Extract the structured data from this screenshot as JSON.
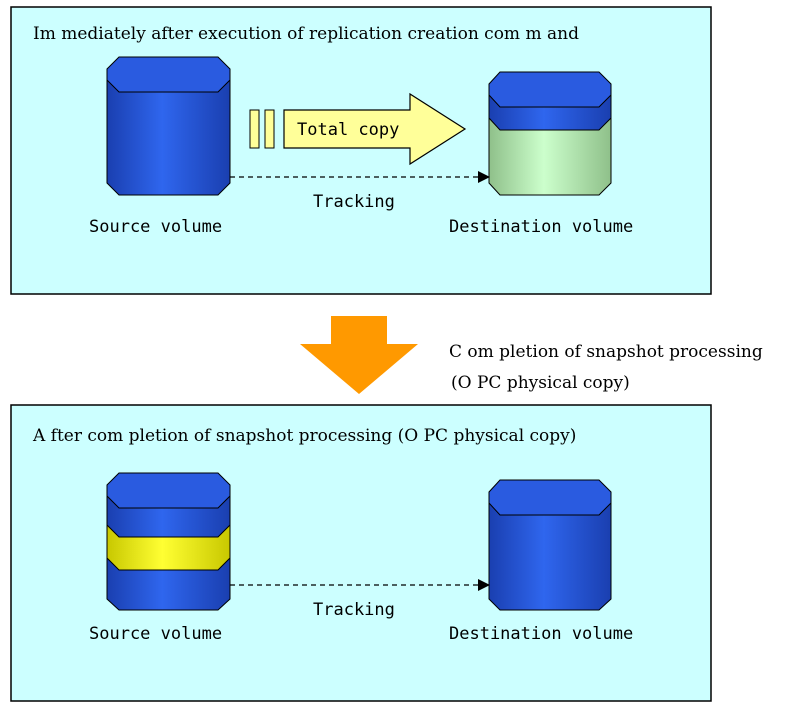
{
  "panel_top": {
    "title": "Im mediately after execution of replication creation com m and",
    "source_label": "Source volume",
    "destination_label": "Destination volume",
    "copy_arrow_label": "Total copy",
    "tracking_label": "Tracking"
  },
  "transition": {
    "line1": "C om pletion of snapshot processing",
    "line2": "(O PC  physical copy)"
  },
  "panel_bottom": {
    "title": "A fter com pletion of snapshot processing (O PC  physical copy)",
    "source_label": "Source volume",
    "destination_label": "Destination volume",
    "tracking_label": "Tracking"
  },
  "colors": {
    "panel_bg": "#ccffff",
    "volume_blue": "#2255dd",
    "volume_green": "#b8e8b0",
    "highlight_yellow": "#eeee00",
    "copy_arrow_fill": "#ffff99",
    "transition_arrow": "#ff9900"
  }
}
